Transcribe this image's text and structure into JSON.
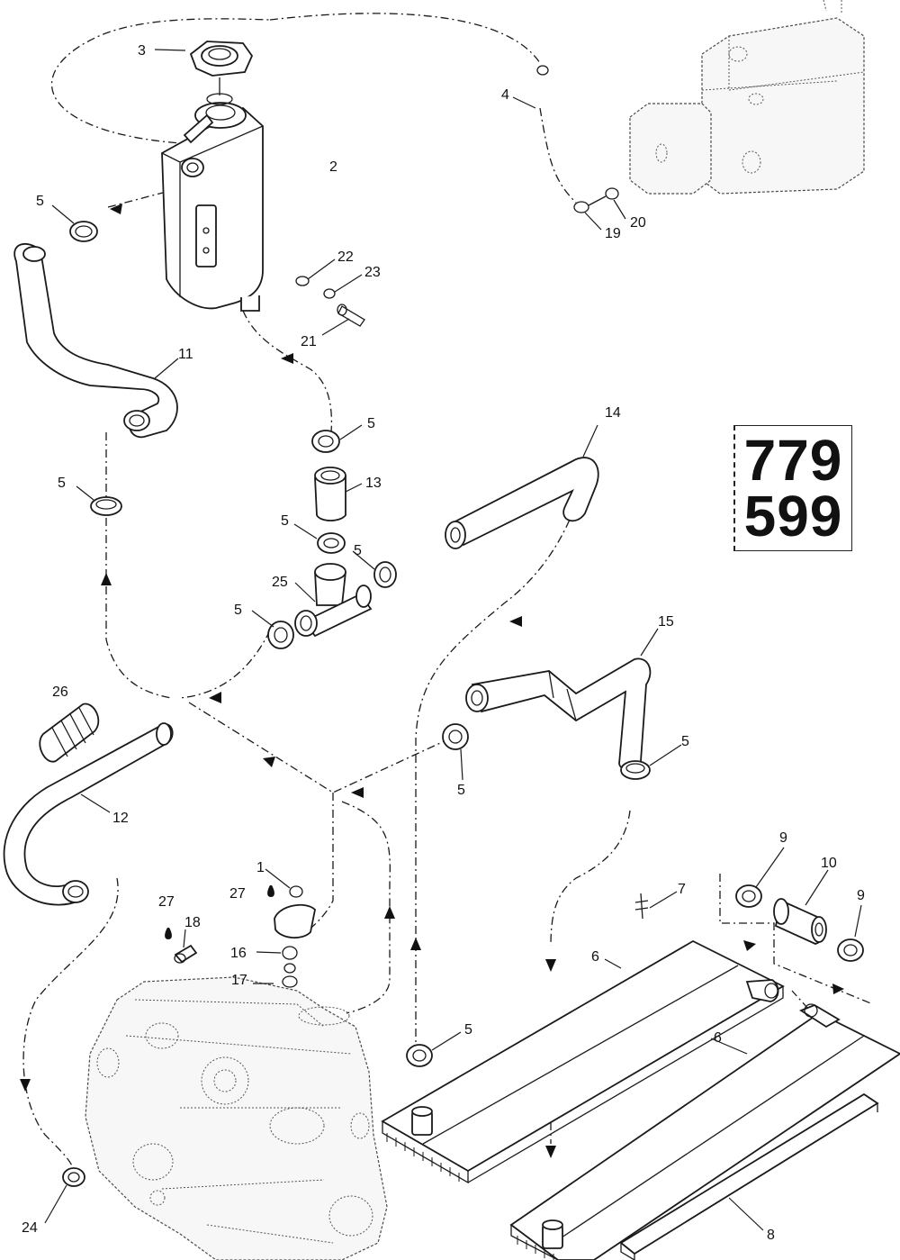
{
  "reference_numbers": [
    "779",
    "599"
  ],
  "callouts": {
    "c1": "1",
    "c2": "2",
    "c3": "3",
    "c4": "4",
    "c5": "5",
    "c6": "6",
    "c7": "7",
    "c8": "8",
    "c9": "9",
    "c10": "10",
    "c11": "11",
    "c12": "12",
    "c13": "13",
    "c14": "14",
    "c15": "15",
    "c16": "16",
    "c17": "17",
    "c18": "18",
    "c19": "19",
    "c20": "20",
    "c21": "21",
    "c22": "22",
    "c23": "23",
    "c24": "24",
    "c25": "25",
    "c26": "26",
    "c27": "27"
  }
}
